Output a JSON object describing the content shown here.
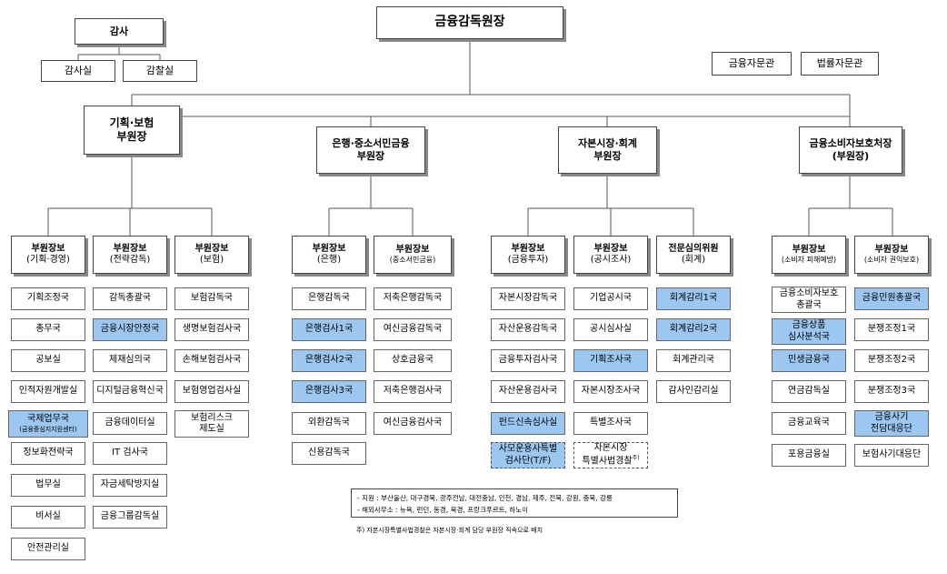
{
  "top": {
    "chair": "금융감독원장"
  },
  "audit": {
    "title": "감사",
    "units": [
      "감사실",
      "감찰실"
    ]
  },
  "advisors": [
    "금융자문관",
    "법률자문관"
  ],
  "deputies": {
    "d1": {
      "line1": "기획·보험",
      "line2": "부원장"
    },
    "d2": {
      "line1": "은행·중소서민금융",
      "line2": "부원장"
    },
    "d3": {
      "line1": "자본시장·회계",
      "line2": "부원장"
    },
    "d4": {
      "line1": "금융소비자보호처장",
      "line2": "(부원장)"
    }
  },
  "assistants": {
    "a1": {
      "title": "부원장보",
      "sub": "(기획·경영)"
    },
    "a2": {
      "title": "부원장보",
      "sub": "(전략감독)"
    },
    "a3": {
      "title": "부원장보",
      "sub": "(보험)"
    },
    "a4": {
      "title": "부원장보",
      "sub": "(은행)"
    },
    "a5": {
      "title": "부원장보",
      "sub": "(중소서민금융)"
    },
    "a6": {
      "title": "부원장보",
      "sub": "(금융투자)"
    },
    "a7": {
      "title": "부원장보",
      "sub": "(공시조사)"
    },
    "a8": {
      "title": "전문심의위원",
      "sub": "(회계)"
    },
    "a9": {
      "title": "부원장보",
      "sub": "(소비자 피해예방)"
    },
    "a10": {
      "title": "부원장보",
      "sub": "(소비자 권익보호)"
    }
  },
  "departments": {
    "a1": [
      "기획조정국",
      "총무국",
      "공보실",
      "인적자원개발실",
      "국제업무국",
      "(금융중심지지원센터)",
      "정보화전략국",
      "법무실",
      "비서실",
      "안전관리실"
    ],
    "a2": [
      "감독총괄국",
      "금융시장안정국",
      "제재심의국",
      "디지털금융혁신국",
      "금융데이터실",
      "IT 검사국",
      "자금세탁방지실",
      "금융그룹감독실"
    ],
    "a3": [
      "보험감독국",
      "생명보험검사국",
      "손해보험검사국",
      "보험영업검사실",
      "보험리스크",
      "제도실"
    ],
    "a4": [
      "은행감독국",
      "은행검사1국",
      "은행검사2국",
      "은행검사3국",
      "외환감독국",
      "신용감독국"
    ],
    "a5": [
      "저축은행감독국",
      "여신금융감독국",
      "상호금융국",
      "저축은행검사국",
      "여신금융검사국"
    ],
    "a6": [
      "자본시장감독국",
      "자산운용감독국",
      "금융투자검사국",
      "자산운용검사국",
      "펀드신속심사실",
      "사모운용사특별",
      "검사단(T/F)"
    ],
    "a7": [
      "기업공시국",
      "공시심사실",
      "기획조사국",
      "자본시장조사국",
      "특별조사국",
      "자본시장",
      "특별사법경찰",
      "주)"
    ],
    "a8": [
      "회계감리1국",
      "회계감리2국",
      "회계관리국",
      "감사인감리실"
    ],
    "a9": [
      "금융소비자보호",
      "총괄국",
      "금융상품",
      "심사분석국",
      "민생금융국",
      "연금감독실",
      "금융교육국",
      "포용금융실"
    ],
    "a10": [
      "금융민원총괄국",
      "분쟁조정1국",
      "분쟁조정2국",
      "분쟁조정3국",
      "금융사기",
      "전담대응단",
      "보험사기대응단"
    ]
  },
  "notes": {
    "branches": "- 지원 : 부산울산, 대구경북, 광주전남, 대전충남, 인천, 경남, 제주, 전북, 강원, 충북, 강릉",
    "overseas": "- 해외사무소 : 뉴욕, 런던, 동경, 북경, 프랑크푸르트, 하노이",
    "footnote": "주) 자본시장특별사법경찰은 자본시장·회계 담당 부원장 직속으로 배치"
  },
  "colors": {
    "highlight": "#9cc7f0",
    "border": "#444444",
    "shadow": "#888888",
    "line": "#555555"
  }
}
